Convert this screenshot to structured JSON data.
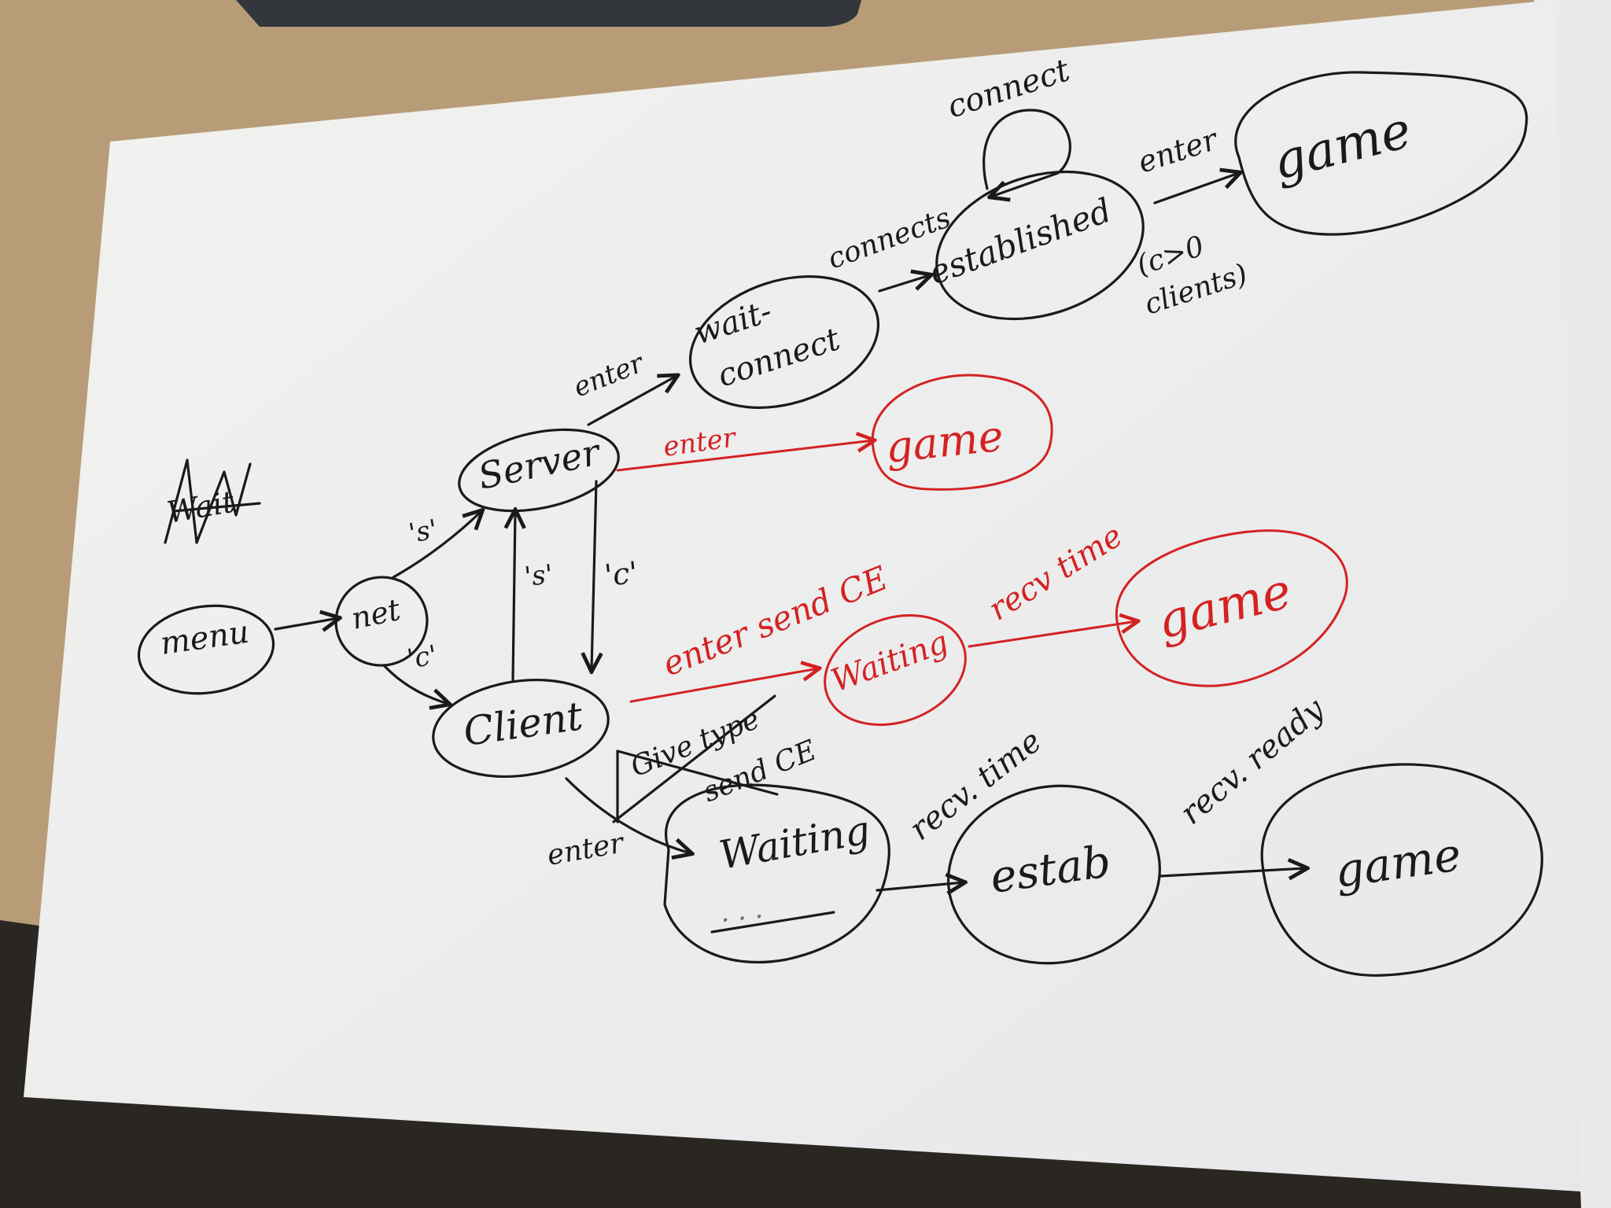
{
  "sketch": {
    "struck": {
      "scribble": "Wait"
    },
    "states": {
      "menu": "menu",
      "net": "net",
      "server": "Server",
      "client": "Client",
      "wait_connect_1": "wait-",
      "wait_connect_2": "connect",
      "established": "established",
      "game_top": "game",
      "game_server_red": "game",
      "waiting_red": "Waiting",
      "game_client_red": "game",
      "waiting_black": "Waiting",
      "estab": "estab",
      "game_bottom": "game"
    },
    "transitions": {
      "s_key": "'s'",
      "c_key": "'c'",
      "server_to_client": "'c'",
      "client_to_server": "'s'",
      "enter_wait": "enter",
      "connects": "connects",
      "connect_loop": "connect",
      "enter_game": "enter",
      "cond_1": "(c>0",
      "cond_2": "clients)",
      "enter_red": "enter",
      "enter_send_red": "enter send CE",
      "recv_time_red": "recv time",
      "struck_label": "Give type",
      "send_ce": "send CE",
      "enter_black": "enter",
      "recv_time_black": "recv. time",
      "recv_ready": "recv. ready"
    }
  }
}
